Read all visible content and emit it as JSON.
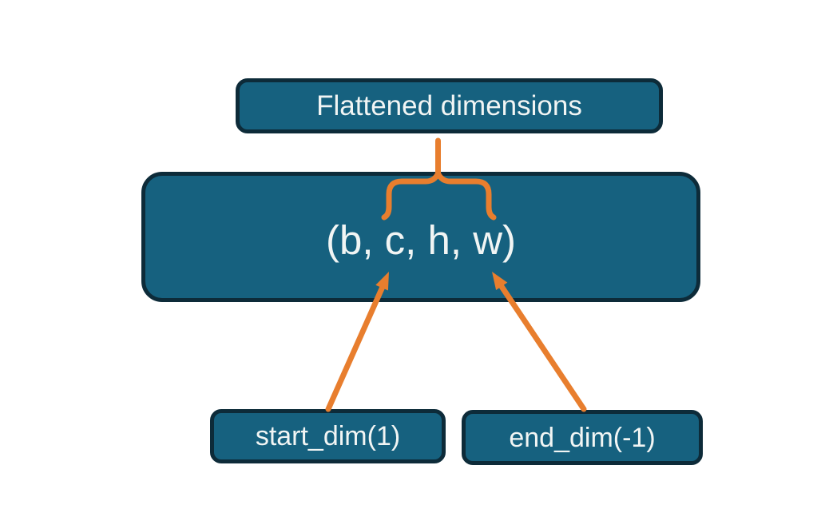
{
  "diagram": {
    "title_box": {
      "label": "Flattened dimensions"
    },
    "tensor_box": {
      "label": "(b, c, h, w)"
    },
    "start_dim_box": {
      "label": "start_dim(1)"
    },
    "end_dim_box": {
      "label": "end_dim(-1)"
    }
  },
  "icons": {
    "brace": "curly-brace-up",
    "start_arrow": "arrow-up-right",
    "end_arrow": "arrow-up-left"
  },
  "colors": {
    "box_fill": "#16617f",
    "box_border": "#0d2b39",
    "accent": "#e87e2e",
    "text": "#f1f5f4",
    "background": "#ffffff"
  }
}
